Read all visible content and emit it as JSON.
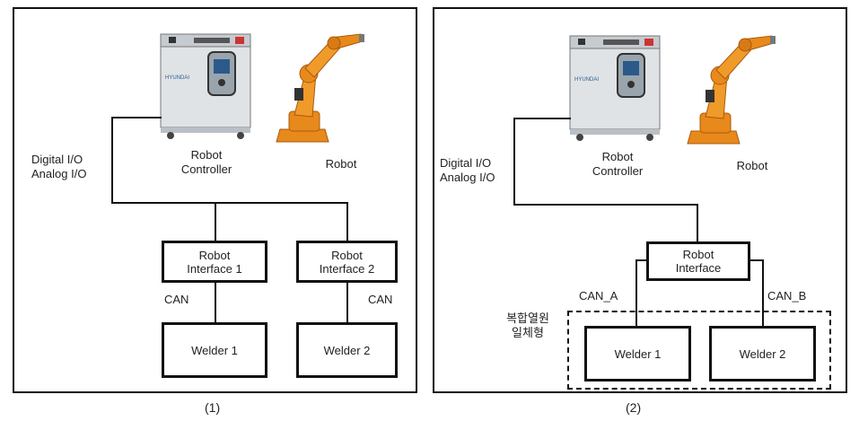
{
  "panel1": {
    "caption": "(1)",
    "io_label": "Digital I/O\nAnalog I/O",
    "controller_label": "Robot\nController",
    "robot_label": "Robot",
    "interface1": "Robot\nInterface 1",
    "interface2": "Robot\nInterface 2",
    "can1": "CAN",
    "can2": "CAN",
    "welder1": "Welder 1",
    "welder2": "Welder 2"
  },
  "panel2": {
    "caption": "(2)",
    "io_label": "Digital I/O\nAnalog I/O",
    "controller_label": "Robot\nController",
    "robot_label": "Robot",
    "interface": "Robot\nInterface",
    "can_a": "CAN_A",
    "can_b": "CAN_B",
    "group_label": "복합열원\n일체형",
    "welder1": "Welder 1",
    "welder2": "Welder 2"
  },
  "brand_text": "HYUNDAI",
  "colors": {
    "robot_orange": "#e8891c",
    "cabinet": "#dfe3e6",
    "line": "#111111"
  }
}
